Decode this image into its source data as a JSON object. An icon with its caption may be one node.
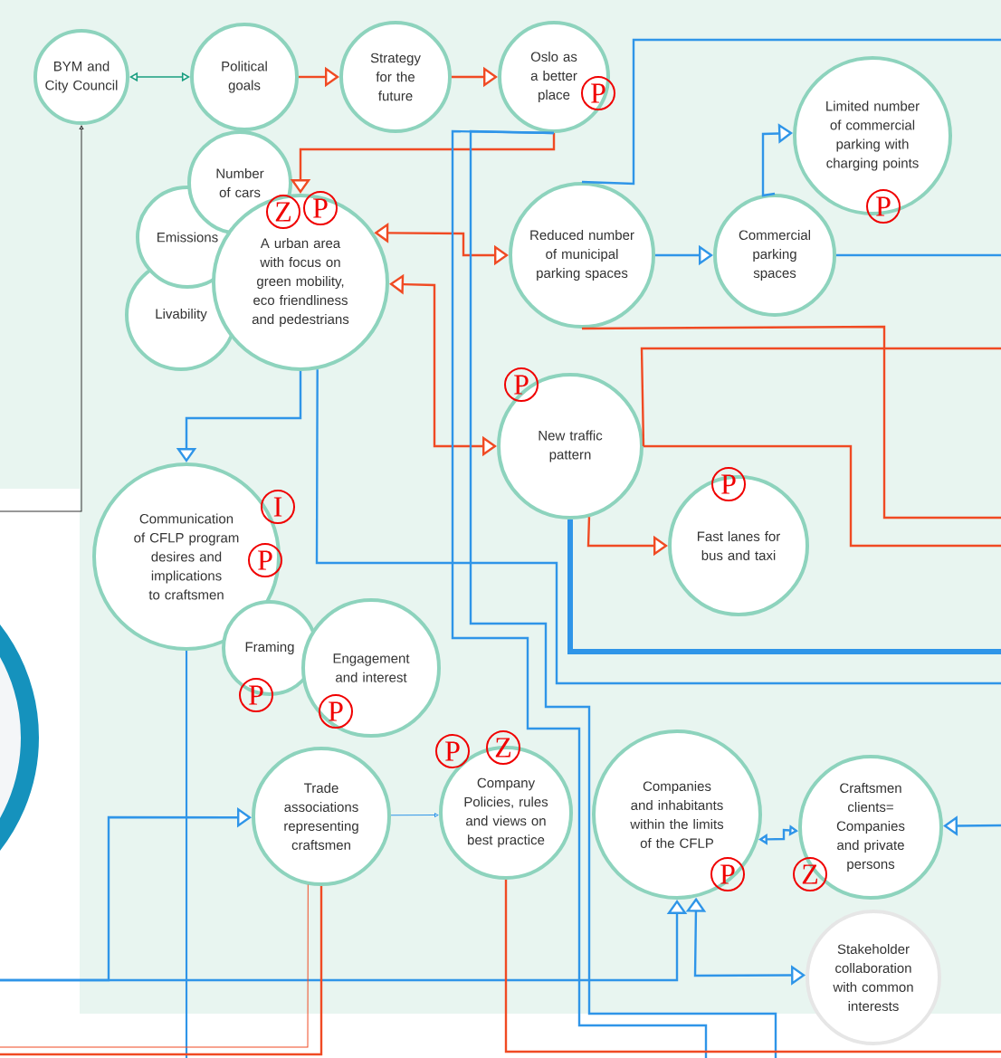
{
  "diagram": {
    "nodes": [
      {
        "text": [
          "BYM and City Council"
        ]
      },
      {
        "text": [
          "Political goals"
        ]
      },
      {
        "text": [
          "Strategy for the future"
        ]
      },
      {
        "text": [
          "Oslo as a better place"
        ]
      },
      {
        "text": [
          "Number of cars"
        ]
      },
      {
        "text": [
          "Emissions"
        ]
      },
      {
        "text": [
          "Livability"
        ]
      },
      {
        "text": [
          "A urban area with focus on green mobility, eco friendliness and pedestrians"
        ]
      },
      {
        "text": [
          "Reduced number of municipal parking spaces"
        ]
      },
      {
        "text": [
          "Commercial parking spaces"
        ]
      },
      {
        "text": [
          "Limited number of commercial parking with charging points"
        ]
      },
      {
        "text": [
          "New traffic pattern"
        ]
      },
      {
        "text": [
          "Fast lanes for bus and taxi"
        ]
      },
      {
        "text": [
          "Communication of CFLP program desires and implications to craftsmen"
        ]
      },
      {
        "text": [
          "Framing"
        ]
      },
      {
        "text": [
          "Engagement and interest"
        ]
      },
      {
        "text": [
          "Trade associations representing craftsmen"
        ]
      },
      {
        "text": [
          "Company Policies, rules and views on best practice"
        ]
      },
      {
        "text": [
          "Companies and inhabitants within the limits of the CFLP"
        ]
      },
      {
        "text": [
          "Craftsmen clients= Companies and private persons"
        ]
      },
      {
        "text": [
          "Stakeholder collaboration with common interests"
        ]
      }
    ],
    "edges": [
      {
        "from": 0,
        "to": 1,
        "arrow": "both",
        "color": "#1a9e80"
      },
      {
        "from": 1,
        "to": 2,
        "arrow": "to",
        "color": "#f04a23"
      },
      {
        "from": 2,
        "to": 3,
        "arrow": "to",
        "color": "#f04a23"
      },
      {
        "from": 3,
        "to": 7,
        "arrow": "to",
        "color": "#f04a23"
      },
      {
        "from": 7,
        "to": 8,
        "arrow": "both",
        "color": "#f04a23"
      },
      {
        "from": 7,
        "to": 11,
        "arrow": "both",
        "color": "#f04a23"
      },
      {
        "from": 8,
        "to": 9,
        "arrow": "to"
      },
      {
        "from": 9,
        "to": 10,
        "arrow": "to"
      },
      {
        "from": 11,
        "to": 12,
        "arrow": "to",
        "color": "#f04a23"
      },
      {
        "from": 7,
        "to": 13,
        "arrow": "to"
      },
      {
        "from": 7,
        "to": null,
        "arrow": "none"
      },
      {
        "from": 16,
        "to": 17,
        "arrow": "to"
      },
      {
        "from": 18,
        "to": 19,
        "arrow": "both"
      },
      {
        "from": null,
        "to": 19,
        "arrow": "to"
      },
      {
        "from": null,
        "to": 16,
        "arrow": "to"
      },
      {
        "from": null,
        "to": 18,
        "arrow": "to"
      },
      {
        "from": 18,
        "to": 20,
        "arrow": "both"
      },
      {
        "from": 8,
        "to": null,
        "arrow": "none"
      },
      {
        "from": 9,
        "to": null,
        "arrow": "none"
      },
      {
        "from": 8,
        "to": null,
        "arrow": "none",
        "color": "#f04a23"
      },
      {
        "from": 11,
        "to": null,
        "arrow": "none",
        "color": "#f04a23"
      },
      {
        "from": 11,
        "to": null,
        "arrow": "none",
        "color": "#f04a23"
      },
      {
        "from": 11,
        "to": null,
        "arrow": "none",
        "style": "thick"
      },
      {
        "from": 3,
        "to": null,
        "arrow": "none"
      },
      {
        "from": 3,
        "to": null,
        "arrow": "none"
      },
      {
        "from": 13,
        "to": null,
        "arrow": "none"
      },
      {
        "from": 16,
        "to": null,
        "arrow": "none",
        "color": "#f04a23"
      },
      {
        "from": 16,
        "to": null,
        "arrow": "none",
        "color": "#f04a23"
      },
      {
        "from": 17,
        "to": null,
        "arrow": "none",
        "color": "#f04a23"
      },
      {
        "from": null,
        "to": 0,
        "arrow": "to",
        "color": "#333333"
      }
    ],
    "labels": [
      "P",
      "Z",
      "P",
      "P",
      "P",
      "I",
      "P",
      "P",
      "P",
      "P",
      "P",
      "Z",
      "P",
      "Z"
    ]
  }
}
